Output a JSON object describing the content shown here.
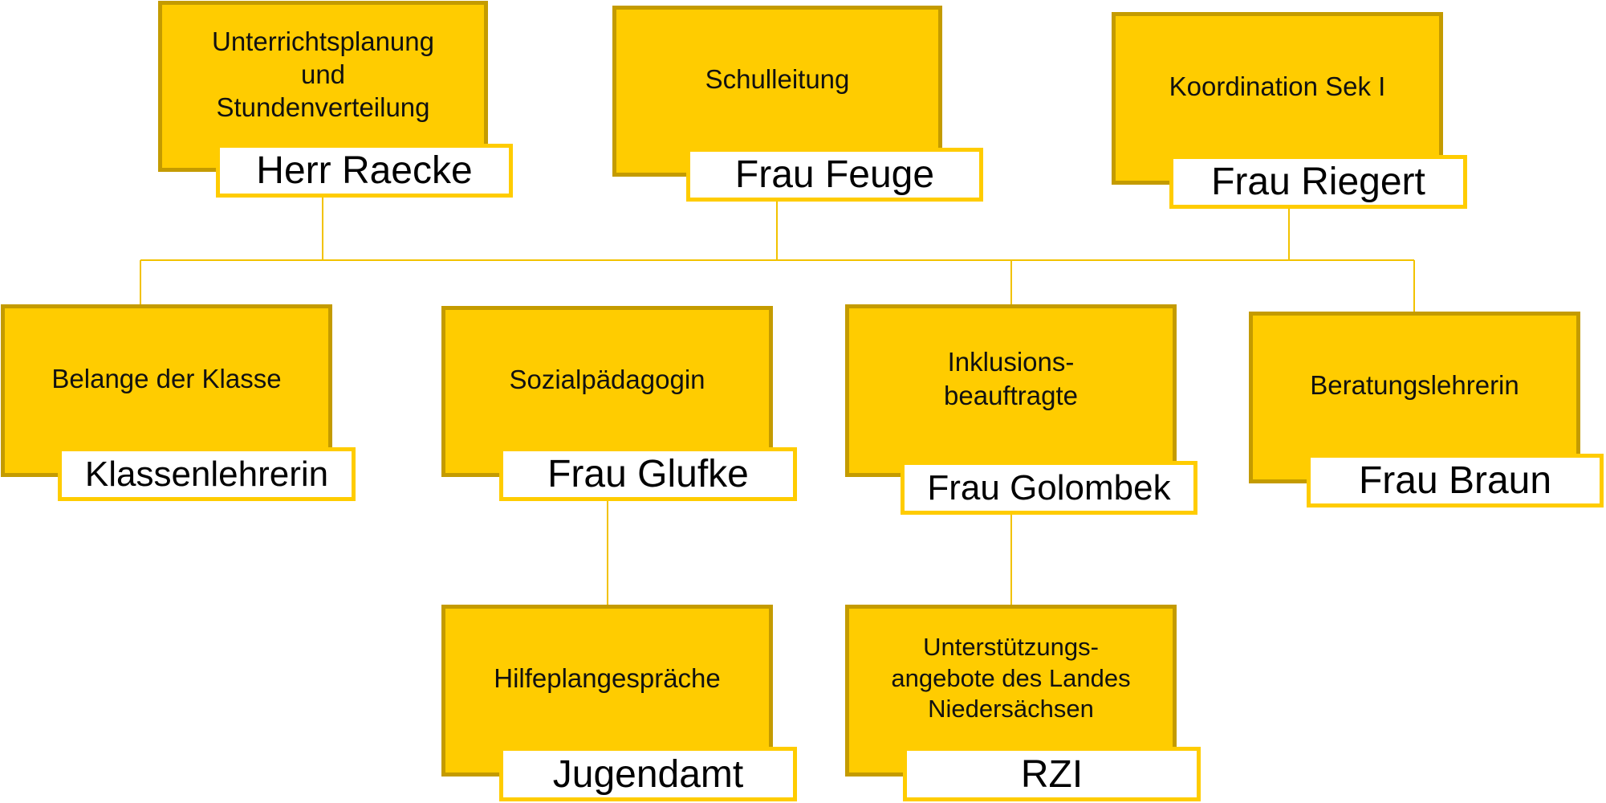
{
  "colors": {
    "box_fill": "#ffcc00",
    "box_border": "#c49b00",
    "tag_border": "#ffcc00",
    "connector": "#f2c200"
  },
  "nodes": [
    {
      "id": "unterricht",
      "title": "Unterrichtsplanung\nund\nStundenverteilung",
      "person": "Herr Raecke"
    },
    {
      "id": "schulleitung",
      "title": "Schulleitung",
      "person": "Frau Feuge"
    },
    {
      "id": "koordination",
      "title": "Koordination Sek I",
      "person": "Frau Riegert"
    },
    {
      "id": "belange",
      "title": "Belange der Klasse",
      "person": "Klassenlehrerin"
    },
    {
      "id": "sozial",
      "title": "Sozialpädagogin",
      "person": "Frau Glufke"
    },
    {
      "id": "inklusion",
      "title": "Inklusions-\nbeauftragte",
      "person": "Frau Golombek"
    },
    {
      "id": "beratung",
      "title": "Beratungslehrerin",
      "person": "Frau Braun"
    },
    {
      "id": "hilfeplan",
      "title": "Hilfeplangespräche",
      "person": "Jugendamt"
    },
    {
      "id": "unterstuetzung",
      "title": "Unterstützungs-\nangebote des Landes\nNiedersächsen",
      "person": "RZI"
    }
  ]
}
